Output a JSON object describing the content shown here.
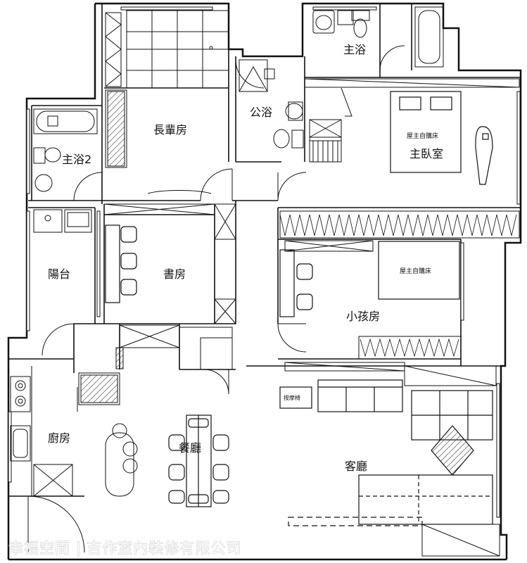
{
  "rooms": {
    "elder_room": "長輩房",
    "master_bath": "主浴",
    "public_bath": "公浴",
    "bath2": "主浴2",
    "master_bedroom": "主臥室",
    "master_bed_note": "屋主自購床",
    "balcony": "陽台",
    "study": "書房",
    "kids_room": "小孩房",
    "kids_bed_note": "屋主自購床",
    "kitchen": "廚房",
    "dining": "餐廳",
    "living": "客廳",
    "massage_chair": "按摩椅"
  },
  "watermark": "幸福空間 | 吉作室內裝修有限公司"
}
